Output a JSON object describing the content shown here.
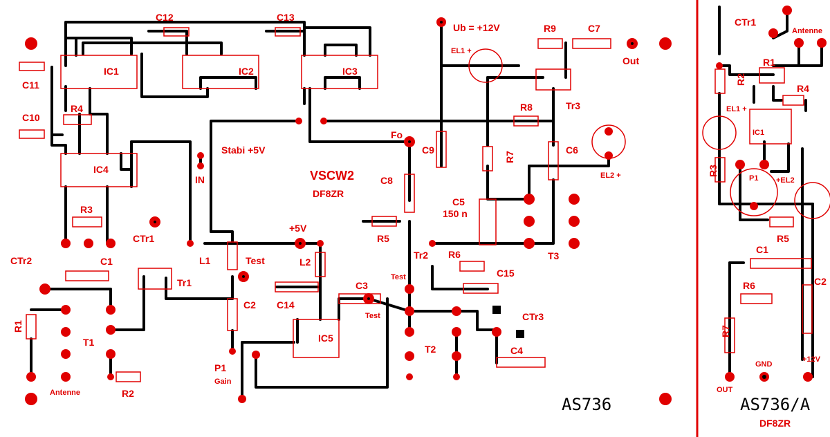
{
  "main": {
    "title": "VSCW2",
    "author": "DF8ZR",
    "stabi": "Stabi +5V",
    "in": "IN",
    "ub": "Ub = +12V",
    "out": "Out",
    "fo": "Fo",
    "plus5v": "+5V",
    "test": "Test",
    "gain": "Gain",
    "antenne": "Antenne",
    "c5_value": "150 n",
    "board_id": "AS736",
    "refs": {
      "C12": "C12",
      "C13": "C13",
      "C11": "C11",
      "C10": "C10",
      "R4": "R4",
      "R3": "R3",
      "IC1": "IC1",
      "IC2": "IC2",
      "IC3": "IC3",
      "IC4": "IC4",
      "IC5": "IC5",
      "CTr1": "CTr1",
      "CTr2": "CTr2",
      "CTr3": "CTr3",
      "C1": "C1",
      "R1": "R1",
      "T1": "T1",
      "R2": "R2",
      "Tr1": "Tr1",
      "L1": "L1",
      "L2": "L2",
      "C2": "C2",
      "P1": "P1",
      "C14": "C14",
      "C3": "C3",
      "C8": "C8",
      "R5": "R5",
      "Tr2": "Tr2",
      "R6": "R6",
      "C15": "C15",
      "T2": "T2",
      "C4": "C4",
      "C9": "C9",
      "R7": "R7",
      "C5": "C5",
      "R8": "R8",
      "Tr3": "Tr3",
      "C6": "C6",
      "T3": "T3",
      "R9": "R9",
      "C7": "C7",
      "EL1": "EL1 +",
      "EL2": "EL2 +"
    }
  },
  "side": {
    "board_id": "AS736/A",
    "author": "DF8ZR",
    "antenne": "Antenne",
    "out": "OUT",
    "gnd": "GND",
    "plus12v": "+12V",
    "refs": {
      "CTr1": "CTr1",
      "R1": "R1",
      "R2": "R2",
      "R3": "R3",
      "R4": "R4",
      "R5": "R5",
      "R6": "R6",
      "R7": "R7",
      "C1": "C1",
      "C2": "C2",
      "IC1": "IC1",
      "P1": "P1",
      "EL1": "EL1 +",
      "EL2": "+EL2"
    }
  },
  "colors": {
    "copper": "#000000",
    "silk": "#e00000",
    "background": "#ffffff"
  }
}
